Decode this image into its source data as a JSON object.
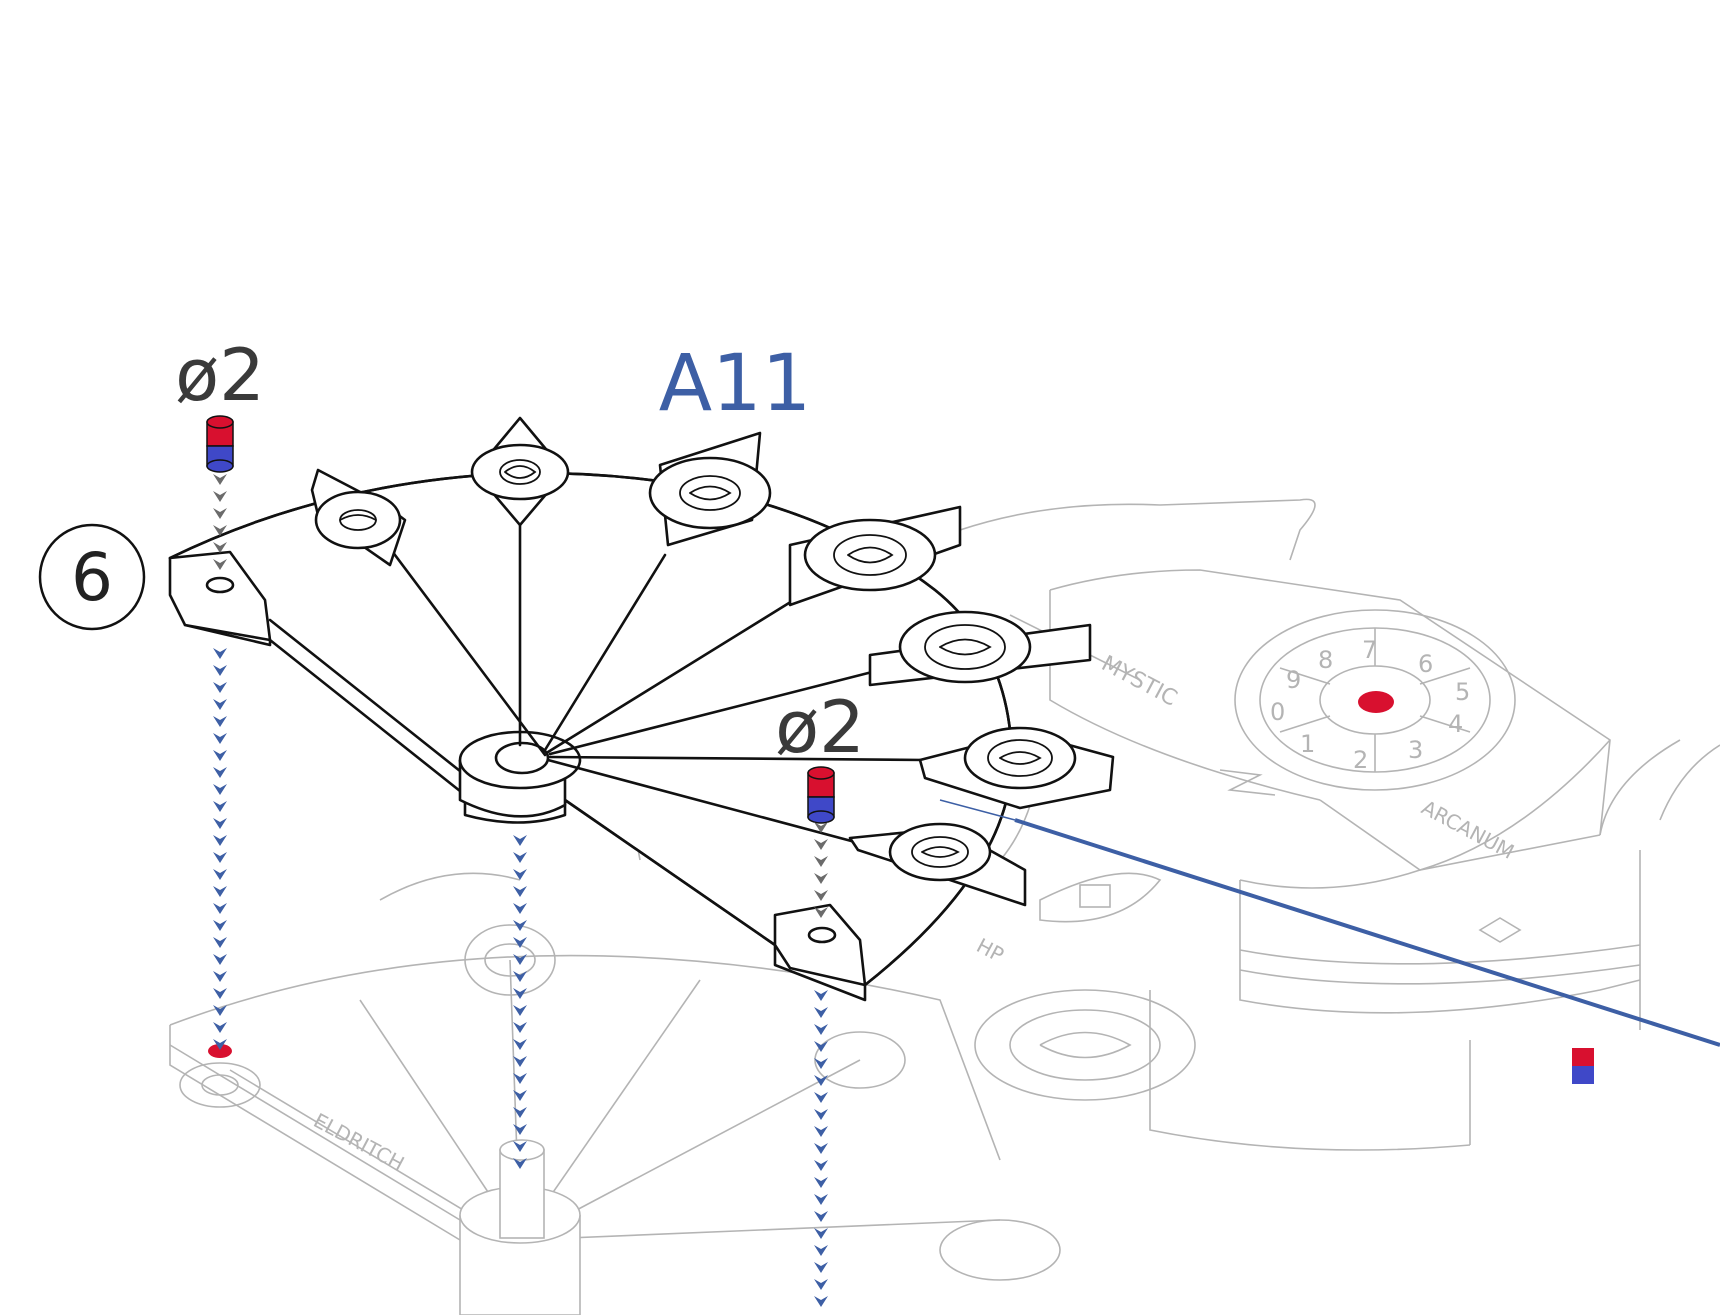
{
  "diagram": {
    "step_number": "6",
    "part_label": "A11",
    "magnet_size_left": "ø2",
    "magnet_size_center": "ø2",
    "background_labels": {
      "mystic": "MYSTIC",
      "arcanum": "ARCANUM",
      "hp": "HP",
      "eldritch": "ELDRITCH"
    },
    "dial_numbers": [
      "0",
      "1",
      "2",
      "3",
      "4",
      "5",
      "6",
      "7",
      "8",
      "9"
    ],
    "colors": {
      "accent_blue": "#3d5fa5",
      "magnet_red": "#d8102f",
      "magnet_blue": "#3f48c8",
      "arrow_gray": "#6b6b6b",
      "faint_line": "#b4b4b4",
      "ink": "#111111"
    },
    "icons": [
      "magnet-icon",
      "eye-symbol-icon",
      "arrow-chain-icon"
    ]
  }
}
